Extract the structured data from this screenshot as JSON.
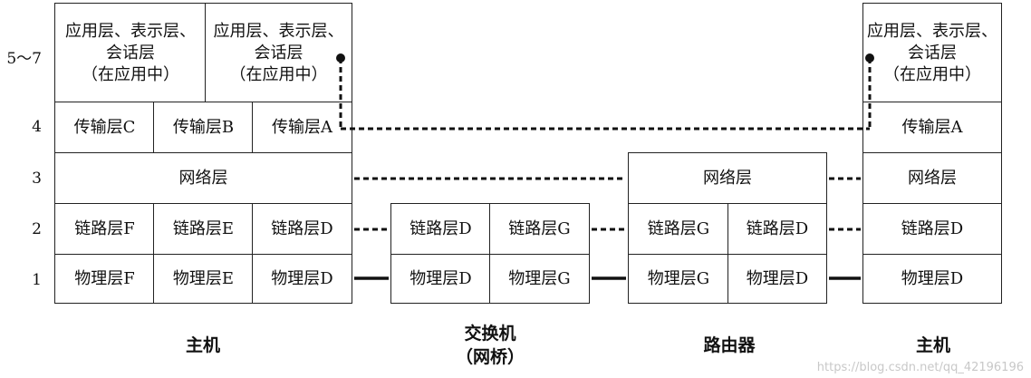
{
  "levels": [
    "5～7",
    "4",
    "3",
    "2",
    "1"
  ],
  "host_left": {
    "app1": "应用层、表示层、\n会话层\n（在应用中）",
    "app2": "应用层、表示层、\n会话层\n（在应用中）",
    "transport": [
      "传输层C",
      "传输层B",
      "传输层A"
    ],
    "network": "网络层",
    "link": [
      "链路层F",
      "链路层E",
      "链路层D"
    ],
    "physical": [
      "物理层F",
      "物理层E",
      "物理层D"
    ],
    "label": "主机"
  },
  "switch": {
    "link": [
      "链路层D",
      "链路层G"
    ],
    "physical": [
      "物理层D",
      "物理层G"
    ],
    "label": "交换机\n（网桥）"
  },
  "router": {
    "network": "网络层",
    "link": [
      "链路层G",
      "链路层D"
    ],
    "physical": [
      "物理层G",
      "物理层D"
    ],
    "label": "路由器"
  },
  "host_right": {
    "app": "应用层、表示层、\n会话层\n（在应用中）",
    "transport": "传输层A",
    "network": "网络层",
    "link": "链路层D",
    "physical": "物理层D",
    "label": "主机"
  },
  "watermark": "https://blog.csdn.net/qq_42196196"
}
